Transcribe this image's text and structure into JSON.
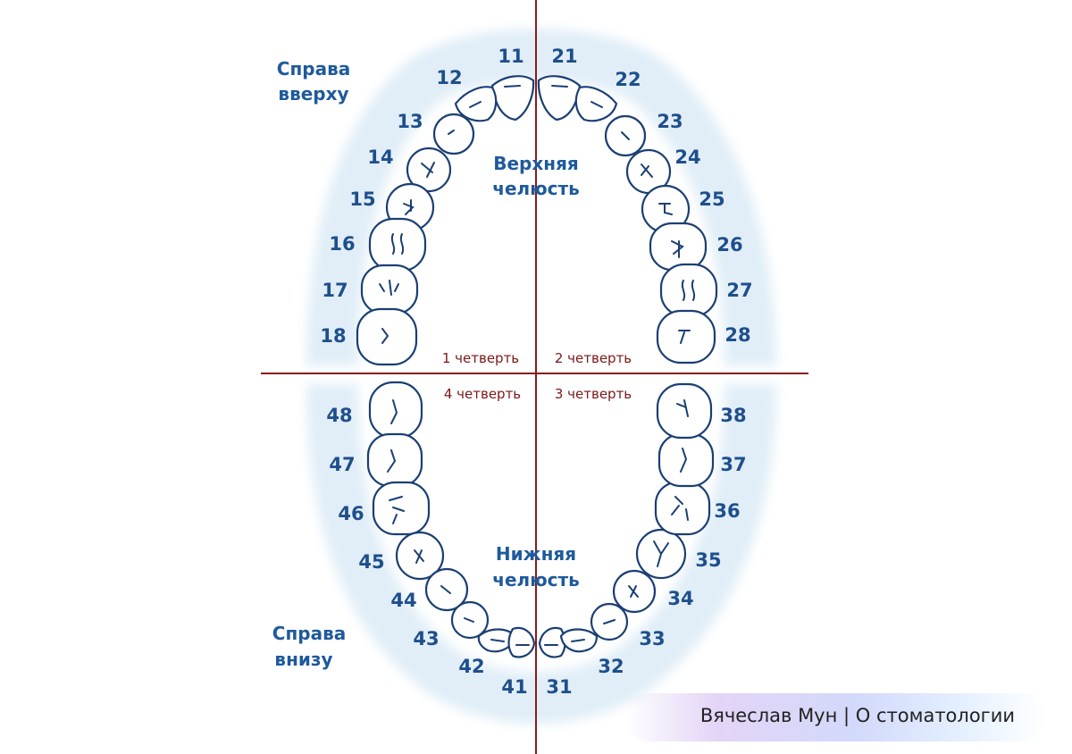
{
  "upper_jaw_label": [
    "Верхняя",
    "челюсть"
  ],
  "lower_jaw_label": [
    "Нижняя",
    "челюсть"
  ],
  "upper_right_label": [
    "Справа",
    "вверху"
  ],
  "lower_right_label": [
    "Справа",
    "внизу"
  ],
  "quarters": {
    "q1": "1 четверть",
    "q2": "2 четверть",
    "q3": "3 четверть",
    "q4": "4 четверть"
  },
  "teeth": {
    "upper_right": [
      "11",
      "12",
      "13",
      "14",
      "15",
      "16",
      "17",
      "18"
    ],
    "upper_left": [
      "21",
      "22",
      "23",
      "24",
      "25",
      "26",
      "27",
      "28"
    ],
    "lower_left": [
      "31",
      "32",
      "33",
      "34",
      "35",
      "36",
      "37",
      "38"
    ],
    "lower_right": [
      "41",
      "42",
      "43",
      "44",
      "45",
      "46",
      "47",
      "48"
    ]
  },
  "watermark": "Вячеслав Мун | О стоматологии",
  "colors": {
    "numbers": "#1e4f8c",
    "axis_lines": "#8b1a1a",
    "quarter_text": "#7a1818",
    "tooth_outline": "#1a3f73",
    "arch_glow": "#dcebf6"
  }
}
